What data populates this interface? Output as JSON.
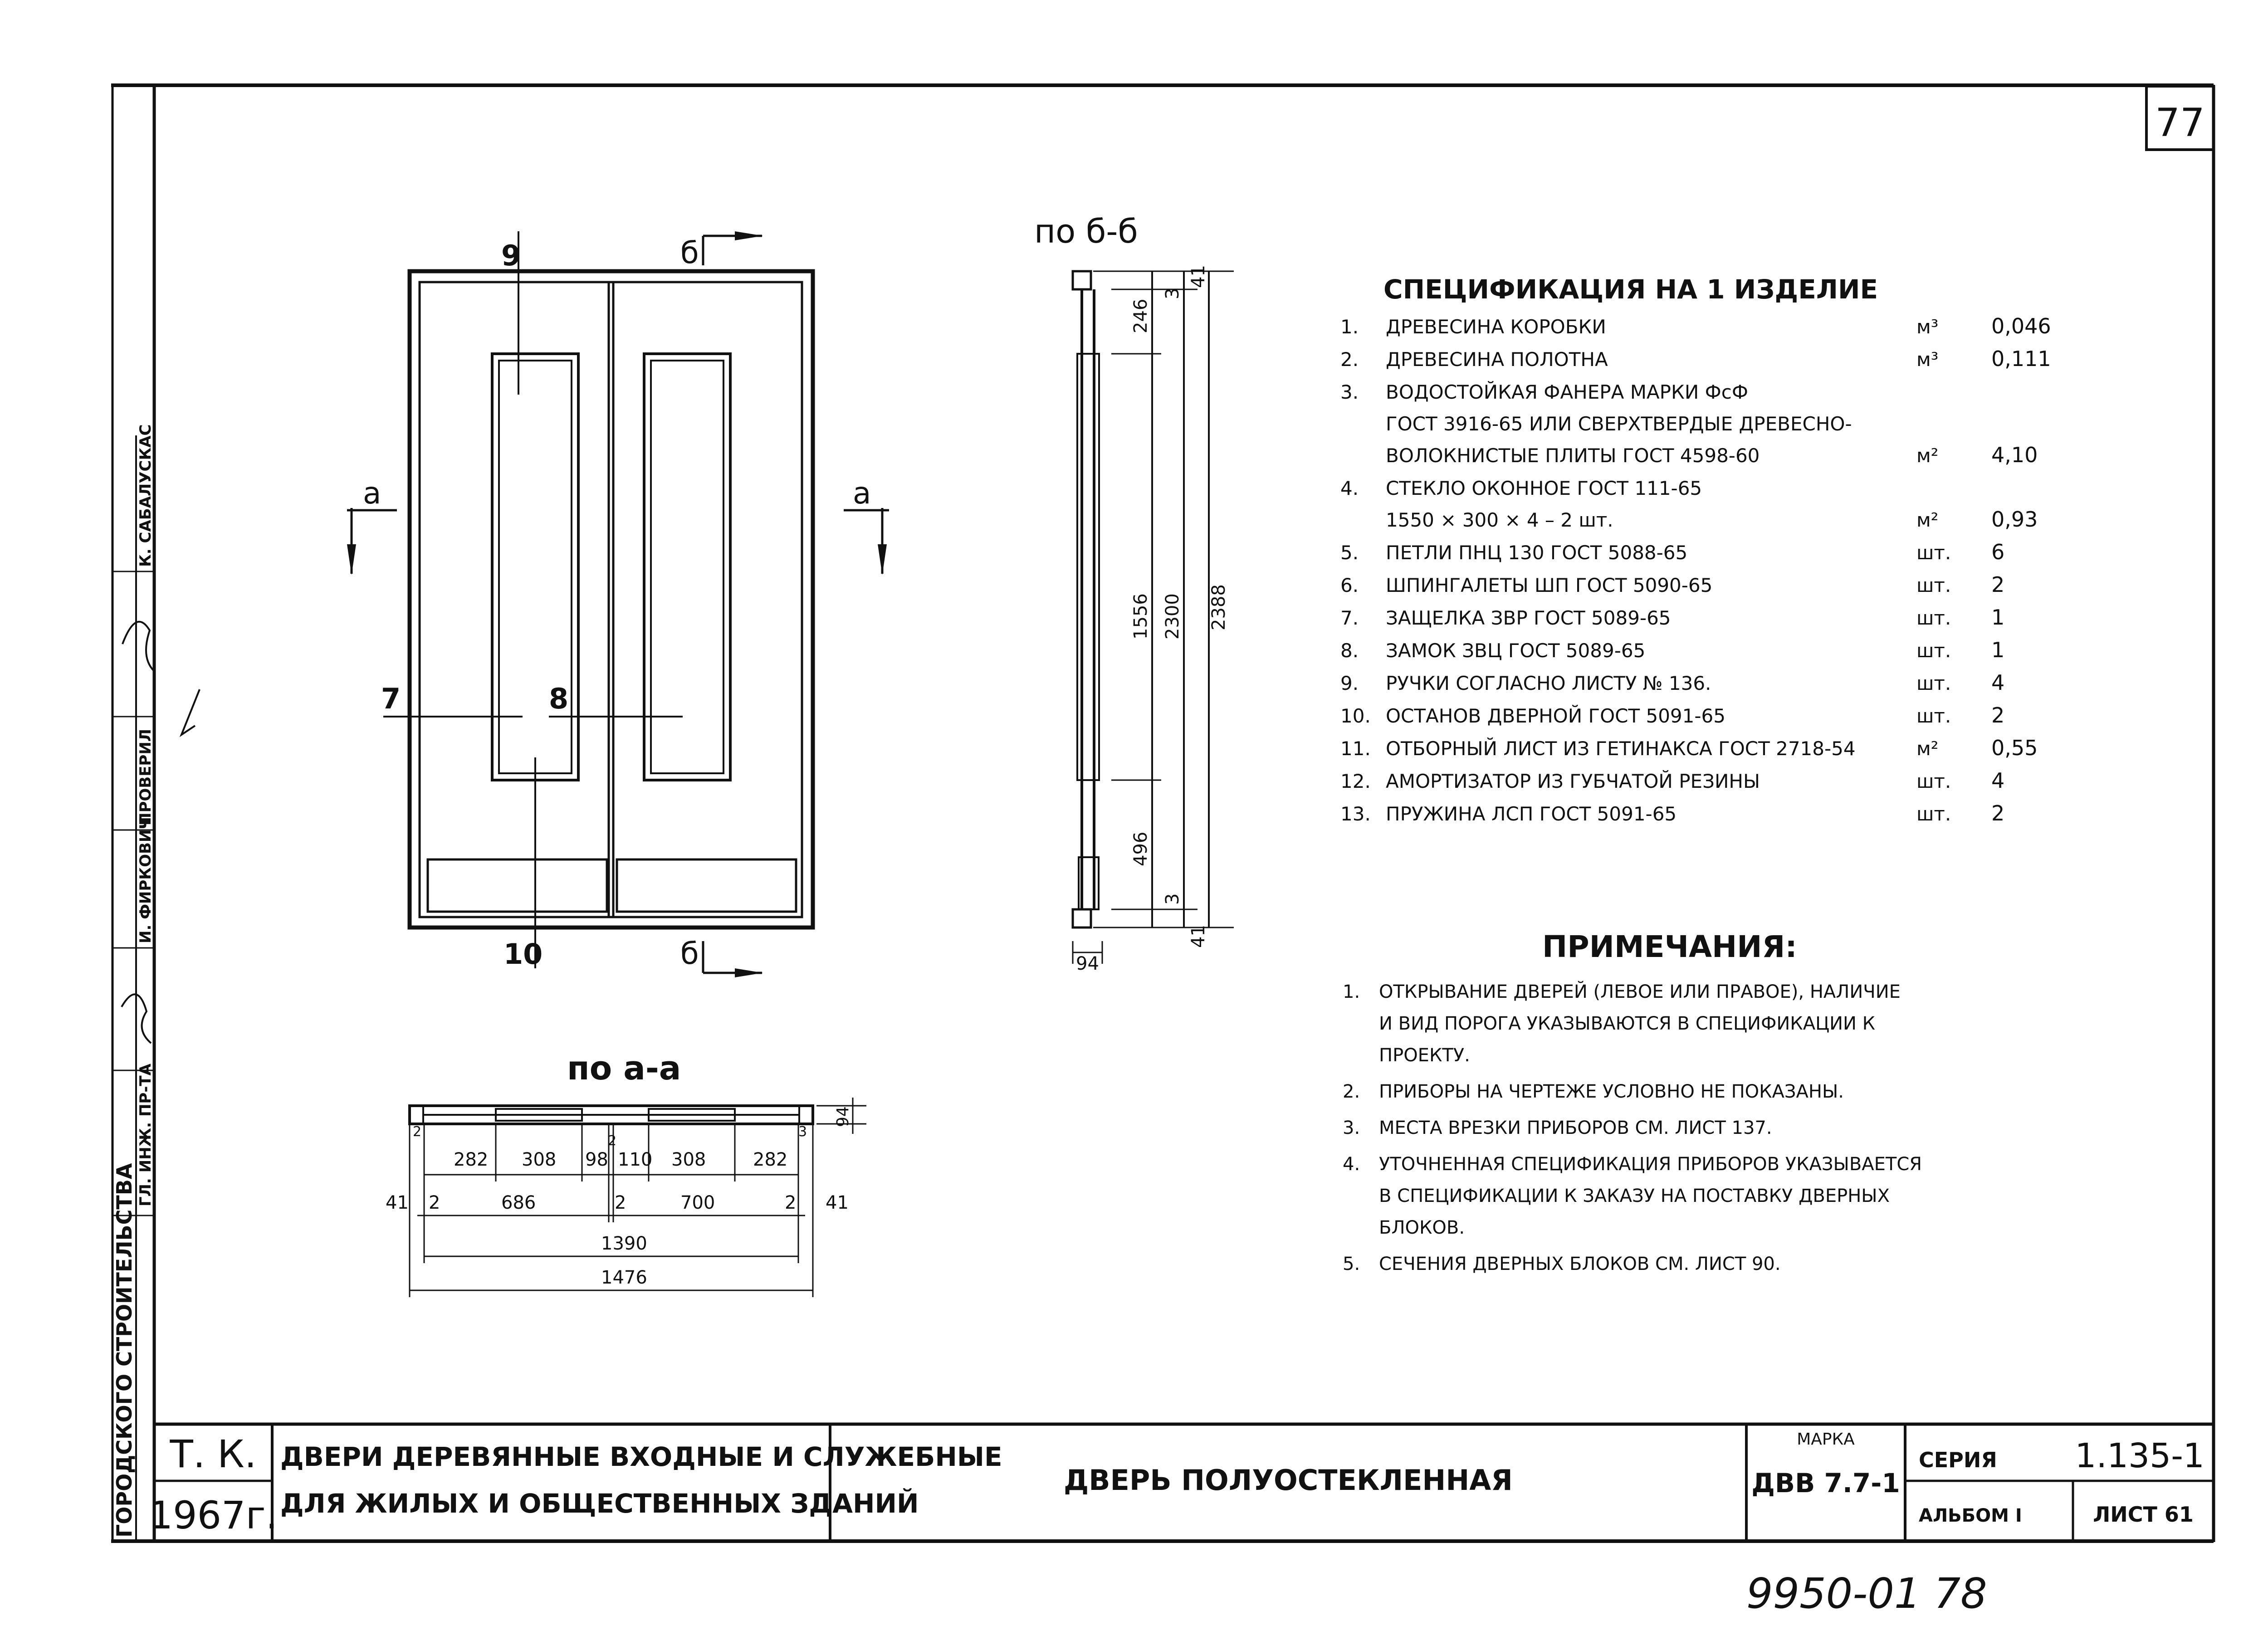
{
  "sheet": {
    "page_number": "77",
    "handwritten_number": "9950-01   78"
  },
  "views": {
    "section_bb_title": "по б-б",
    "section_aa_title": "по а-а",
    "cut_a": "а",
    "cut_b": "б",
    "callouts": [
      "9",
      "7",
      "8",
      "10"
    ],
    "dims_bb": [
      "246",
      "3",
      "41",
      "1556",
      "2300",
      "2388",
      "496",
      "3",
      "41",
      "94"
    ],
    "dims_aa_row1": [
      "282",
      "308",
      "98",
      "110",
      "308",
      "282"
    ],
    "dims_aa_row2": [
      "41",
      "2",
      "686",
      "2",
      "700",
      "2",
      "41"
    ],
    "dims_aa_total1": "1390",
    "dims_aa_total2": "1476",
    "dims_aa_side": "94",
    "dims_aa_small": [
      "2",
      "2",
      "3"
    ]
  },
  "specification": {
    "title": "СПЕЦИФИКАЦИЯ НА 1 ИЗДЕЛИЕ",
    "items": [
      {
        "n": "1.",
        "lines": [
          "ДРЕВЕСИНА КОРОБКИ"
        ],
        "unit": "м³",
        "qty": "0,046"
      },
      {
        "n": "2.",
        "lines": [
          "ДРЕВЕСИНА ПОЛОТНА"
        ],
        "unit": "м³",
        "qty": "0,111"
      },
      {
        "n": "3.",
        "lines": [
          "ВОДОСТОЙКАЯ ФАНЕРА МАРКИ ФсФ",
          "ГОСТ 3916-65 ИЛИ СВЕРХТВЕРДЫЕ ДРЕВЕСНО-",
          "ВОЛОКНИСТЫЕ ПЛИТЫ ГОСТ 4598-60"
        ],
        "unit": "м²",
        "qty": "4,10"
      },
      {
        "n": "4.",
        "lines": [
          "СТЕКЛО ОКОННОЕ ГОСТ 111-65",
          "1550 × 300 × 4 – 2 шт."
        ],
        "unit": "м²",
        "qty": "0,93"
      },
      {
        "n": "5.",
        "lines": [
          "ПЕТЛИ ПНЦ 130 ГОСТ 5088-65"
        ],
        "unit": "шт.",
        "qty": "6"
      },
      {
        "n": "6.",
        "lines": [
          "ШПИНГАЛЕТЫ ШП ГОСТ 5090-65"
        ],
        "unit": "шт.",
        "qty": "2"
      },
      {
        "n": "7.",
        "lines": [
          "ЗАЩЕЛКА ЗВР ГОСТ 5089-65"
        ],
        "unit": "шт.",
        "qty": "1"
      },
      {
        "n": "8.",
        "lines": [
          "ЗАМОК ЗВЦ ГОСТ 5089-65"
        ],
        "unit": "шт.",
        "qty": "1"
      },
      {
        "n": "9.",
        "lines": [
          "РУЧКИ СОГЛАСНО ЛИСТУ № 136."
        ],
        "unit": "шт.",
        "qty": "4"
      },
      {
        "n": "10.",
        "lines": [
          "ОСТАНОВ ДВЕРНОЙ ГОСТ 5091-65"
        ],
        "unit": "шт.",
        "qty": "2"
      },
      {
        "n": "11.",
        "lines": [
          "ОТБОРНЫЙ ЛИСТ ИЗ ГЕТИНАКСА ГОСТ 2718-54"
        ],
        "unit": "м²",
        "qty": "0,55"
      },
      {
        "n": "12.",
        "lines": [
          "АМОРТИЗАТОР ИЗ ГУБЧАТОЙ РЕЗИНЫ"
        ],
        "unit": "шт.",
        "qty": "4"
      },
      {
        "n": "13.",
        "lines": [
          "ПРУЖИНА ЛСП ГОСТ 5091-65"
        ],
        "unit": "шт.",
        "qty": "2"
      }
    ]
  },
  "notes": {
    "title": "ПРИМЕЧАНИЯ:",
    "items": [
      {
        "n": "1.",
        "lines": [
          "ОТКРЫВАНИЕ ДВЕРЕЙ (ЛЕВОЕ ИЛИ ПРАВОЕ), НАЛИЧИЕ",
          "И ВИД ПОРОГА УКАЗЫВАЮТСЯ В СПЕЦИФИКАЦИИ К",
          "ПРОЕКТУ."
        ]
      },
      {
        "n": "2.",
        "lines": [
          "ПРИБОРЫ НА ЧЕРТЕЖЕ УСЛОВНО НЕ ПОКАЗАНЫ."
        ]
      },
      {
        "n": "3.",
        "lines": [
          "МЕСТА ВРЕЗКИ ПРИБОРОВ СМ. ЛИСТ 137."
        ]
      },
      {
        "n": "4.",
        "lines": [
          "УТОЧНЕННАЯ СПЕЦИФИКАЦИЯ ПРИБОРОВ УКАЗЫВАЕТСЯ",
          "В СПЕЦИФИКАЦИИ К ЗАКАЗУ НА ПОСТАВКУ ДВЕРНЫХ",
          "БЛОКОВ."
        ]
      },
      {
        "n": "5.",
        "lines": [
          "СЕЧЕНИЯ ДВЕРНЫХ БЛОКОВ СМ. ЛИСТ 90."
        ]
      }
    ]
  },
  "title_block": {
    "tk": "Т. К.",
    "year": "1967г.",
    "subject_line1": "ДВЕРИ ДЕРЕВЯННЫЕ ВХОДНЫЕ И СЛУЖЕБНЫЕ",
    "subject_line2": "ДЛЯ ЖИЛЫХ И ОБЩЕСТВЕННЫХ ЗДАНИЙ",
    "name": "ДВЕРЬ ПОЛУОСТЕКЛЕННАЯ",
    "mark_label": "МАРКА",
    "mark_value": "ДВВ 7.7-1",
    "series_label": "СЕРИЯ",
    "series_value": "1.135-1",
    "album": "АЛЬБОМ I",
    "sheet": "ЛИСТ 61"
  },
  "side_stamp": {
    "org": "ГОРОДСКОГО СТРОИТЕЛЬСТВА",
    "roles": [
      "ГЛ. ИНЖ. ПР-ТА",
      "И. ФИРКОВИЧ",
      "ПРОВЕРИЛ",
      "К. САБАЛУСКАС"
    ]
  }
}
